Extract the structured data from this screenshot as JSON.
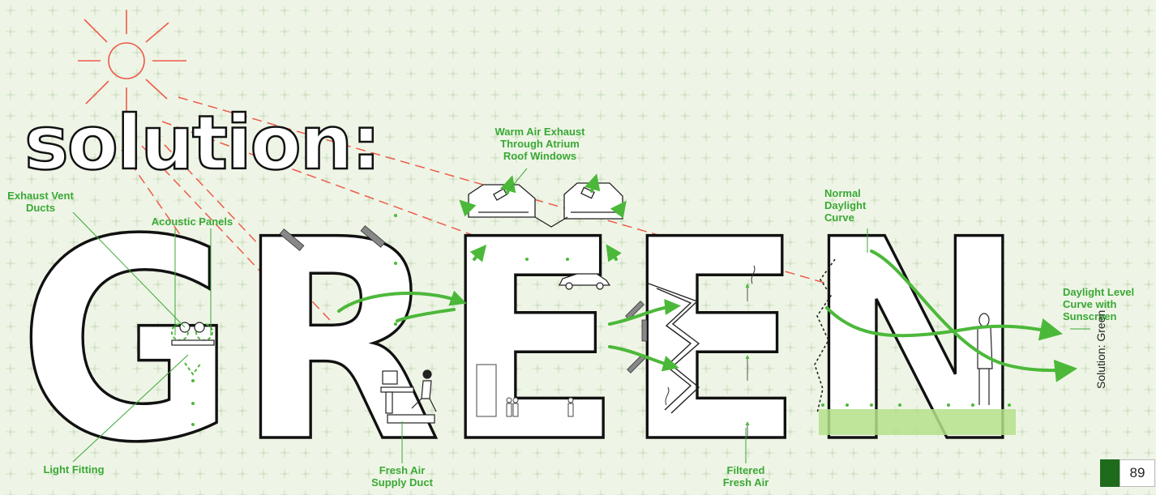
{
  "title": "solution:",
  "word": "GREEN",
  "side_label": "Solution: Green",
  "page_number": "89",
  "labels": {
    "exhaust_vent": "Exhaust Vent\nDucts",
    "acoustic_panels": "Acoustic Panels",
    "light_fitting": "Light Fitting",
    "warm_air": "Warm Air Exhaust\nThrough Atrium\nRoof Windows",
    "fresh_air_supply": "Fresh Air\nSupply Duct",
    "filtered_fresh_air": "Filtered\nFresh Air",
    "normal_daylight": "Normal\nDaylight\nCurve",
    "daylight_sunscreen": "Daylight Level\nCurve with\nSunscreen"
  },
  "colors": {
    "background": "#eef5e6",
    "label_green": "#3aa835",
    "arrow_green": "#4cb83a",
    "sun_lines": "#ef5b4a",
    "outline": "#111111",
    "page_bar": "#1f6b1c"
  },
  "icons": [
    "sun-icon",
    "car-icon",
    "person-icon",
    "workstation-icon",
    "plant-icon"
  ]
}
